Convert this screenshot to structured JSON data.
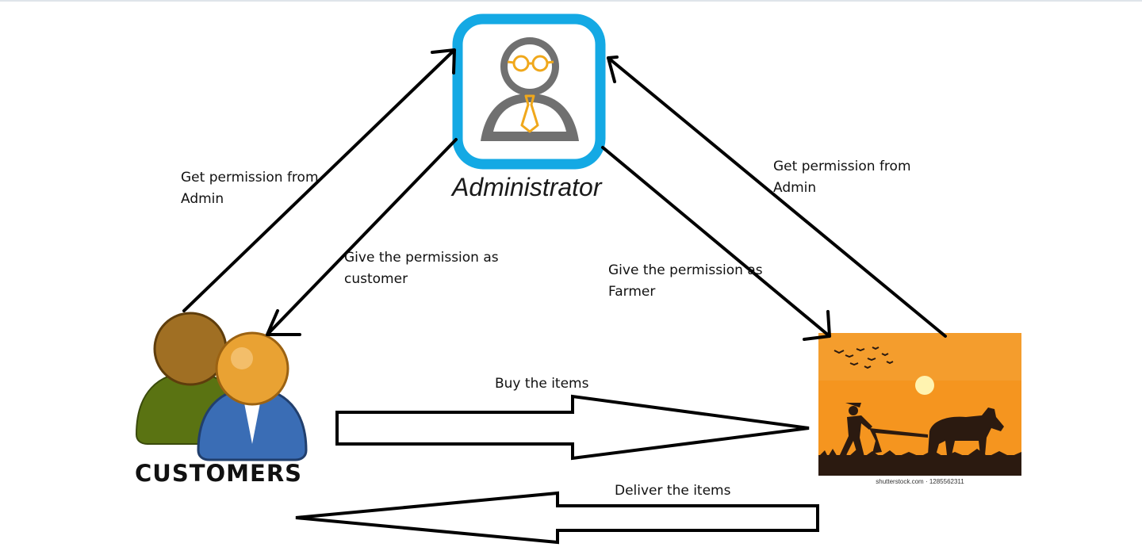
{
  "nodes": {
    "admin": {
      "caption": "Administrator",
      "icon": "administrator-icon"
    },
    "customers": {
      "caption": "CUSTOMERS",
      "icon": "customers-icon"
    },
    "farmer": {
      "icon": "farmer-plowing-image",
      "stock_credit": "shutterstock.com · 1285562311"
    }
  },
  "edges": {
    "customer_to_admin": "Get permission from\nAdmin",
    "admin_to_customer": "Give the permission as\ncustomer",
    "admin_to_farmer": "Give the permission as\nFarmer",
    "farmer_to_admin": "Get permission from\nAdmin",
    "customer_to_farmer": "Buy the items",
    "farmer_to_customer": "Deliver the items"
  },
  "colors": {
    "admin_frame": "#14a9e4",
    "admin_figure": "#707070",
    "admin_accent": "#f0a81c",
    "customer_back_body": "#5a7312",
    "customer_back_head": "#a06f23",
    "customer_front_body": "#3a6db5",
    "customer_front_head": "#e9a233",
    "sunset_sky": "#f5951f",
    "sun": "#fff3b0",
    "silhouette": "#2b1a10"
  }
}
